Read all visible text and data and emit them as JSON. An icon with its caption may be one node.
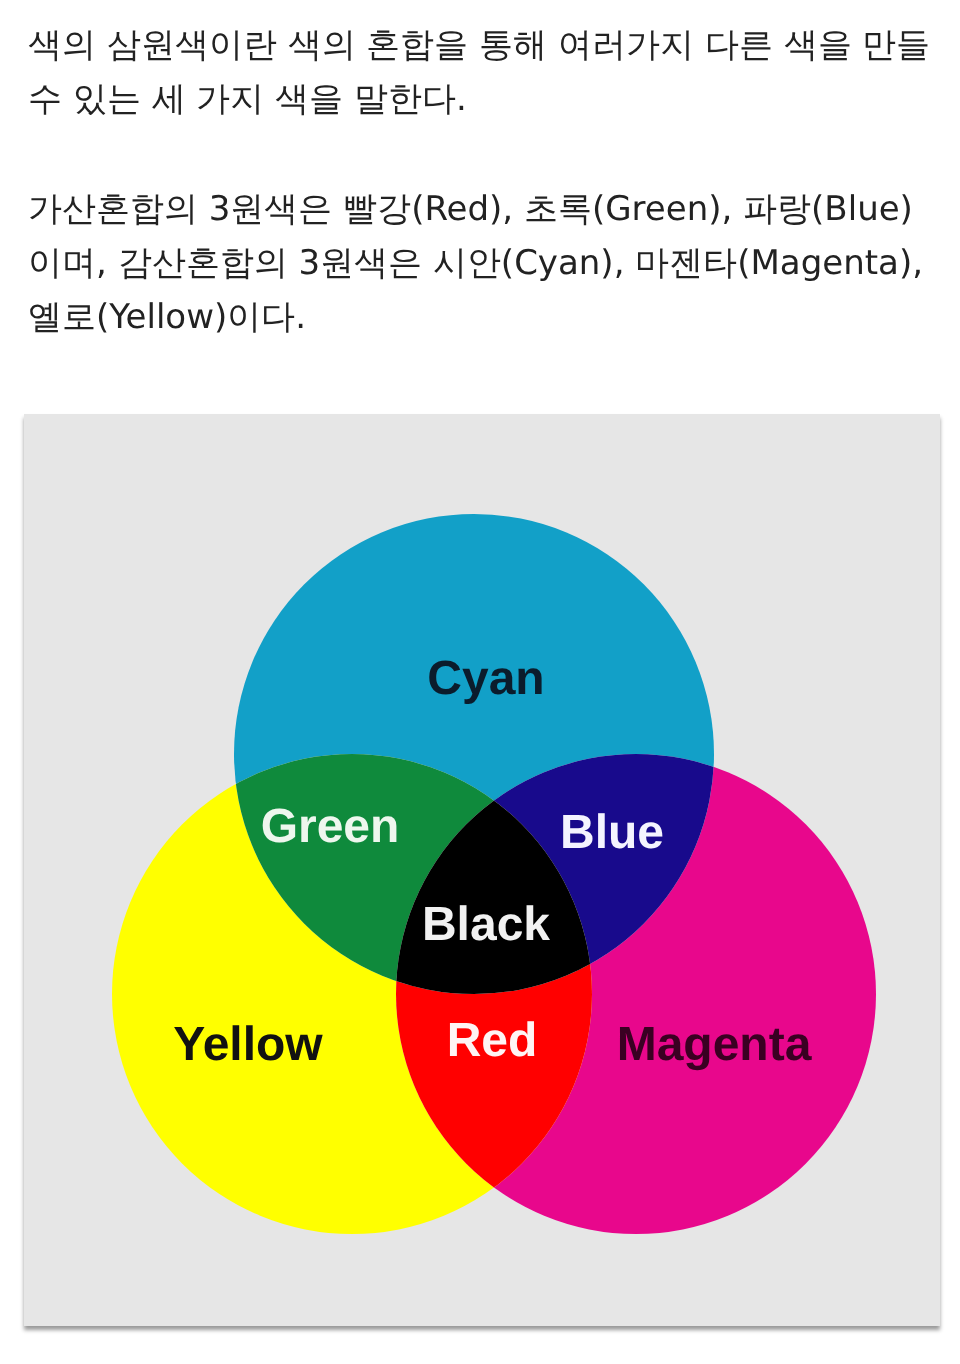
{
  "diagram": {
    "nodes": [
      {
        "text": [
          "Cyan"
        ]
      },
      {
        "text": [
          "Green"
        ]
      },
      {
        "text": [
          "Blue"
        ]
      },
      {
        "text": [
          "Black"
        ]
      },
      {
        "text": [
          "Yellow"
        ]
      },
      {
        "text": [
          "Red"
        ]
      },
      {
        "text": [
          "Magenta"
        ]
      }
    ],
    "labels": [
      "색의 삼원색이란 색의 혼합을 통해 여러가지 다른 색을 만들 수 있는 세 가지 색을 말한다.",
      "가산혼합의 3원색은 빨강(Red), 초록(Green), 파랑(Blue)이며, 감산혼합의 3원색은 시안(Cyan), 마젠타(Magenta), 옐로(Yellow)이다."
    ]
  }
}
